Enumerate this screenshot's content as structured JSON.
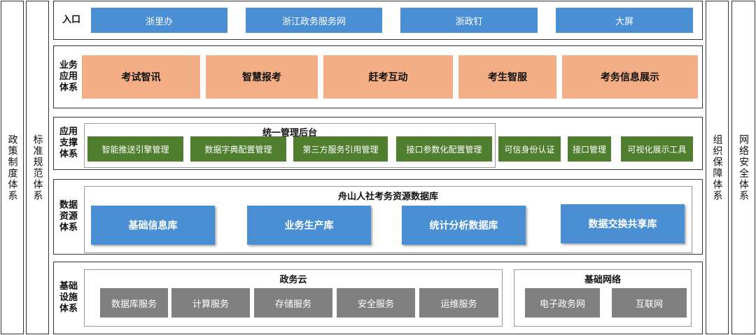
{
  "left_columns": [
    "政策制度体系",
    "标准规范体系"
  ],
  "right_columns": [
    "组织保障体系",
    "网络安全体系"
  ],
  "rows": {
    "entry": {
      "label": "入口",
      "items": [
        "浙里办",
        "浙江政务服务网",
        "浙政钉",
        "大屏"
      ]
    },
    "business": {
      "label": "业务应用体系",
      "items": [
        "考试智讯",
        "智慧报考",
        "赶考互动",
        "考生智服",
        "考务信息展示"
      ]
    },
    "support": {
      "label": "应用支撑体系",
      "group_title": "统一管理后台",
      "group_items": [
        "智能推送引擎管理",
        "数据字典配置管理",
        "第三方服务引用管理",
        "接口参数化配置管理"
      ],
      "other_items": [
        "可信身份认证",
        "接口管理",
        "可视化展示工具"
      ]
    },
    "data": {
      "label": "数据资源体系",
      "group_title": "舟山人社考务资源数据库",
      "items": [
        "基础信息库",
        "业务生产库",
        "统计分析数据库",
        "数据交换共享库"
      ]
    },
    "infra": {
      "label": "基础设施体系",
      "cloud_title": "政务云",
      "cloud_items": [
        "数据库服务",
        "计算服务",
        "存储服务",
        "安全服务",
        "运维服务"
      ],
      "network_title": "基础网络",
      "network_items": [
        "电子政务网",
        "互联网"
      ]
    }
  },
  "colors": {
    "blue": "#4a8fd4",
    "orange": "#f4ae85",
    "green": "#4f7e2e",
    "gray": "#808080"
  }
}
